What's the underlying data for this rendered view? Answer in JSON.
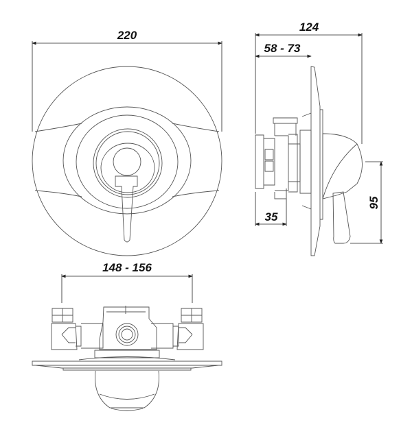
{
  "dimensions": {
    "front_width": "220",
    "side_depth": "124",
    "side_wall_range": "58 - 73",
    "side_body": "35",
    "side_lever_height": "95",
    "bottom_inlet_spacing": "148 - 156"
  },
  "colors": {
    "line": "#555555",
    "dimension": "#222222",
    "background": "#ffffff"
  }
}
